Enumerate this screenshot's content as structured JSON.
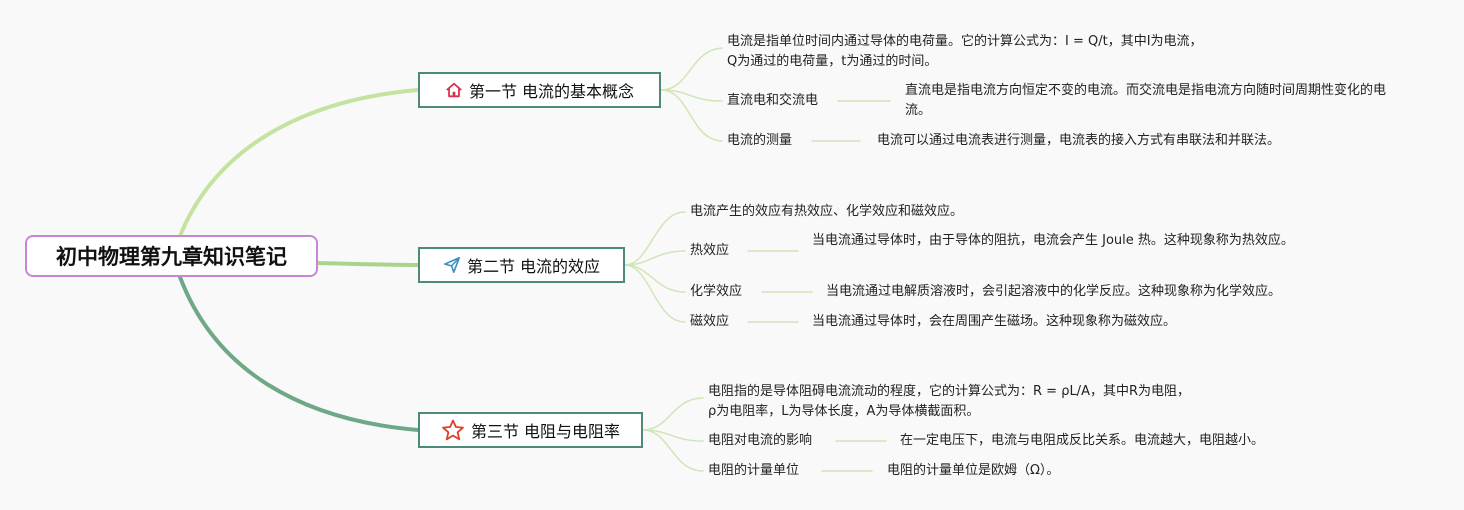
{
  "root": {
    "title": "初中物理第九章知识笔记"
  },
  "sections": [
    {
      "title": "第一节 电流的基本概念",
      "icon": "home-icon",
      "items": [
        {
          "text": "电流是指单位时间内通过导体的电荷量。它的计算公式为：I = Q/t，其中I为电流，Q为通过的电荷量，t为通过的时间。"
        },
        {
          "label": "直流电和交流电",
          "detail": "直流电是指电流方向恒定不变的电流。而交流电是指电流方向随时间周期性变化的电流。"
        },
        {
          "label": "电流的测量",
          "detail": "电流可以通过电流表进行测量，电流表的接入方式有串联法和并联法。"
        }
      ]
    },
    {
      "title": "第二节 电流的效应",
      "icon": "paper-plane-icon",
      "items": [
        {
          "text": "电流产生的效应有热效应、化学效应和磁效应。"
        },
        {
          "label": "热效应",
          "detail": "当电流通过导体时，由于导体的阻抗，电流会产生 Joule 热。这种现象称为热效应。"
        },
        {
          "label": "化学效应",
          "detail": "当电流通过电解质溶液时，会引起溶液中的化学反应。这种现象称为化学效应。"
        },
        {
          "label": "磁效应",
          "detail": "当电流通过导体时，会在周围产生磁场。这种现象称为磁效应。"
        }
      ]
    },
    {
      "title": "第三节 电阻与电阻率",
      "icon": "star-icon",
      "items": [
        {
          "text": "电阻指的是导体阻碍电流流动的程度，它的计算公式为：R = ρL/A，其中R为电阻，ρ为电阻率，L为导体长度，A为导体横截面积。"
        },
        {
          "label": "电阻对电流的影响",
          "detail": "在一定电压下，电流与电阻成反比关系。电流越大，电阻越小。"
        },
        {
          "label": "电阻的计量单位",
          "detail": "电阻的计量单位是欧姆（Ω）。"
        }
      ]
    }
  ],
  "colors": {
    "root_border": "#c985d6",
    "section_border": "#4e8a7a",
    "branch_1": "#c5e3a0",
    "branch_2": "#a9d48a",
    "branch_3": "#6fa886",
    "leaf_line": "#cfe6b8",
    "home_icon": "#d9324a",
    "plane_icon": "#3a8fbf",
    "star_icon": "#e0402b"
  }
}
